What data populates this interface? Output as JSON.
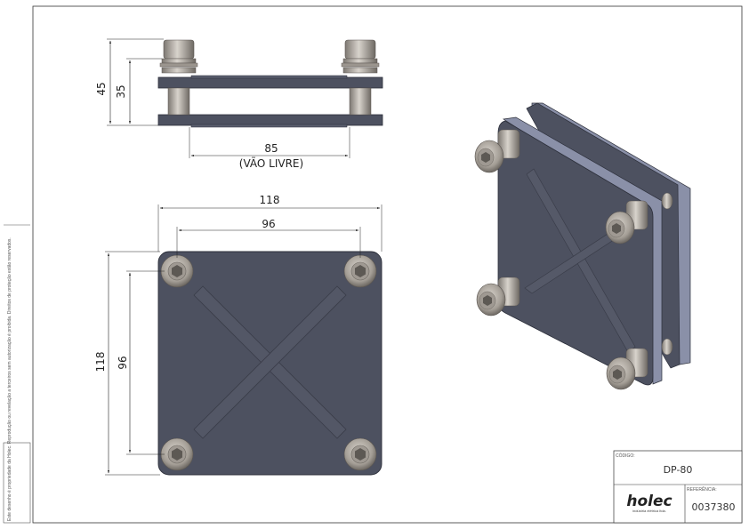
{
  "views": {
    "side": {
      "overall_height": "45",
      "plate_height": "35",
      "clearance_value": "85",
      "clearance_label": "(VÃO LIVRE)"
    },
    "front": {
      "width": "118",
      "hole_spacing_x": "96",
      "height": "118",
      "hole_spacing_y": "96"
    }
  },
  "title_block": {
    "code_label": "CÓDIGO:",
    "code_value": "DP-80",
    "reference_label": "REFERÊNCIA:",
    "reference_value": "0037380",
    "logo_text": "holec",
    "logo_subtitle": "indústria elétrica ltda."
  },
  "side_notice": "Este desenho é propriedade da Holec. Reprodução ou revelação a terceiros sem autorização é proibida. Direitos de proteção estão reservados.",
  "colors": {
    "plate": "#4d5160",
    "plate_edge": "#2c2f3a",
    "plate_light": "#8a90a8",
    "bolt": "#b8b2aa",
    "bolt_dark": "#6e6963",
    "line": "#222222"
  }
}
